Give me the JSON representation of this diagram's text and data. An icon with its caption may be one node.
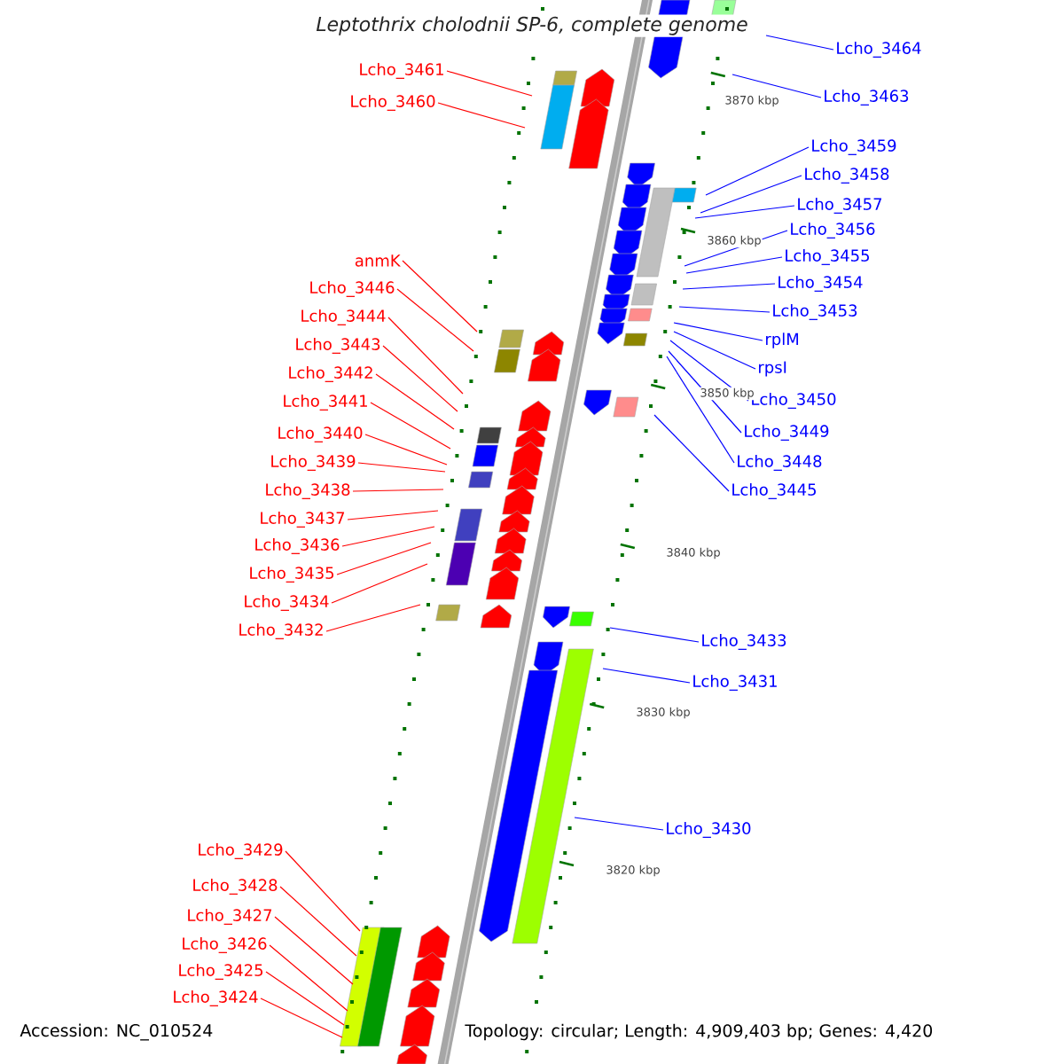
{
  "diagram": {
    "title": "Leptothrix cholodnii SP-6, complete genome",
    "nodes": [
      {
        "text": [
          "Lcho_3461"
        ]
      },
      {
        "text": [
          "Lcho_3460"
        ]
      },
      {
        "text": [
          "anmK"
        ]
      },
      {
        "text": [
          "Lcho_3446"
        ]
      },
      {
        "text": [
          "Lcho_3444"
        ]
      },
      {
        "text": [
          "Lcho_3443"
        ]
      },
      {
        "text": [
          "Lcho_3442"
        ]
      },
      {
        "text": [
          "Lcho_3441"
        ]
      },
      {
        "text": [
          "Lcho_3440"
        ]
      },
      {
        "text": [
          "Lcho_3439"
        ]
      },
      {
        "text": [
          "Lcho_3438"
        ]
      },
      {
        "text": [
          "Lcho_3437"
        ]
      },
      {
        "text": [
          "Lcho_3436"
        ]
      },
      {
        "text": [
          "Lcho_3435"
        ]
      },
      {
        "text": [
          "Lcho_3434"
        ]
      },
      {
        "text": [
          "Lcho_3432"
        ]
      },
      {
        "text": [
          "Lcho_3429"
        ]
      },
      {
        "text": [
          "Lcho_3428"
        ]
      },
      {
        "text": [
          "Lcho_3427"
        ]
      },
      {
        "text": [
          "Lcho_3426"
        ]
      },
      {
        "text": [
          "Lcho_3425"
        ]
      },
      {
        "text": [
          "Lcho_3424"
        ]
      },
      {
        "text": [
          "Lcho_3464"
        ]
      },
      {
        "text": [
          "Lcho_3463"
        ]
      },
      {
        "text": [
          "Lcho_3459"
        ]
      },
      {
        "text": [
          "Lcho_3458"
        ]
      },
      {
        "text": [
          "Lcho_3457"
        ]
      },
      {
        "text": [
          "Lcho_3456"
        ]
      },
      {
        "text": [
          "Lcho_3455"
        ]
      },
      {
        "text": [
          "Lcho_3454"
        ]
      },
      {
        "text": [
          "Lcho_3453"
        ]
      },
      {
        "text": [
          "rplM"
        ]
      },
      {
        "text": [
          "rpsI"
        ]
      },
      {
        "text": [
          "Lcho_3450"
        ]
      },
      {
        "text": [
          "Lcho_3449"
        ]
      },
      {
        "text": [
          "Lcho_3448"
        ]
      },
      {
        "text": [
          "Lcho_3445"
        ]
      },
      {
        "text": [
          "Lcho_3433"
        ]
      },
      {
        "text": [
          "Lcho_3431"
        ]
      },
      {
        "text": [
          "Lcho_3430"
        ]
      }
    ],
    "edges": [
      {
        "from": 0,
        "to": null,
        "arrow": "none"
      },
      {
        "from": 1,
        "to": null,
        "arrow": "none"
      },
      {
        "from": 2,
        "to": null,
        "arrow": "none"
      },
      {
        "from": 3,
        "to": null,
        "arrow": "none"
      },
      {
        "from": 4,
        "to": null,
        "arrow": "none"
      },
      {
        "from": 5,
        "to": null,
        "arrow": "none"
      },
      {
        "from": 6,
        "to": null,
        "arrow": "none"
      },
      {
        "from": 7,
        "to": null,
        "arrow": "none"
      },
      {
        "from": 8,
        "to": null,
        "arrow": "none"
      },
      {
        "from": 9,
        "to": null,
        "arrow": "none"
      },
      {
        "from": 10,
        "to": null,
        "arrow": "none"
      },
      {
        "from": 11,
        "to": null,
        "arrow": "none"
      },
      {
        "from": 12,
        "to": null,
        "arrow": "none"
      },
      {
        "from": 13,
        "to": null,
        "arrow": "none"
      },
      {
        "from": 14,
        "to": null,
        "arrow": "none"
      },
      {
        "from": 15,
        "to": null,
        "arrow": "none"
      },
      {
        "from": 16,
        "to": null,
        "arrow": "none"
      },
      {
        "from": 17,
        "to": null,
        "arrow": "none"
      },
      {
        "from": 18,
        "to": null,
        "arrow": "none"
      },
      {
        "from": 19,
        "to": null,
        "arrow": "none"
      },
      {
        "from": 20,
        "to": null,
        "arrow": "none"
      },
      {
        "from": 21,
        "to": null,
        "arrow": "none"
      },
      {
        "from": 22,
        "to": null,
        "arrow": "none",
        "color": "#0000ff"
      },
      {
        "from": 23,
        "to": null,
        "arrow": "none",
        "color": "#0000ff"
      },
      {
        "from": 24,
        "to": null,
        "arrow": "none",
        "color": "#0000ff"
      },
      {
        "from": 25,
        "to": null,
        "arrow": "none",
        "color": "#0000ff"
      },
      {
        "from": 26,
        "to": null,
        "arrow": "none",
        "color": "#0000ff"
      },
      {
        "from": 27,
        "to": null,
        "arrow": "none",
        "color": "#0000ff"
      },
      {
        "from": 28,
        "to": null,
        "arrow": "none",
        "color": "#0000ff"
      },
      {
        "from": 29,
        "to": null,
        "arrow": "none",
        "color": "#0000ff"
      },
      {
        "from": 30,
        "to": null,
        "arrow": "none",
        "color": "#0000ff"
      },
      {
        "from": 31,
        "to": null,
        "arrow": "none",
        "color": "#0000ff"
      },
      {
        "from": 32,
        "to": null,
        "arrow": "none",
        "color": "#0000ff"
      },
      {
        "from": 33,
        "to": null,
        "arrow": "none",
        "color": "#0000ff"
      },
      {
        "from": 34,
        "to": null,
        "arrow": "none",
        "color": "#0000ff"
      },
      {
        "from": 35,
        "to": null,
        "arrow": "none",
        "color": "#0000ff"
      },
      {
        "from": 36,
        "to": null,
        "arrow": "none",
        "color": "#0000ff"
      },
      {
        "from": 37,
        "to": null,
        "arrow": "none",
        "color": "#0000ff"
      },
      {
        "from": 38,
        "to": null,
        "arrow": "none",
        "color": "#0000ff"
      },
      {
        "from": 39,
        "to": null,
        "arrow": "none",
        "color": "#0000ff"
      }
    ],
    "labels": [
      "3870 kbp",
      "3860 kbp",
      "3850 kbp",
      "3840 kbp",
      "3830 kbp",
      "3820 kbp",
      "Accession: NC_010524",
      "Topology: circular; Length: 4,909,403 bp; Genes: 4,420"
    ]
  }
}
